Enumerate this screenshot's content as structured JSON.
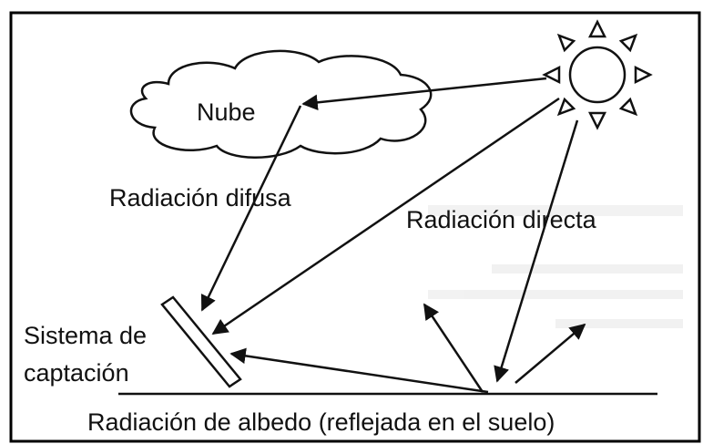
{
  "labels": {
    "cloud": "Nube",
    "diffuse": "Radiación difusa",
    "direct": "Radiación directa",
    "collector_line1": "Sistema de",
    "collector_line2": "captación",
    "albedo": "Radiación de albedo (reflejada en el suelo)"
  },
  "icons": [
    "sun-icon",
    "cloud-icon",
    "collector-panel"
  ],
  "colors": {
    "ink": "#111111",
    "frame": "#000000",
    "background": "#ffffff",
    "faint_bleed": "#d9d9d9"
  }
}
